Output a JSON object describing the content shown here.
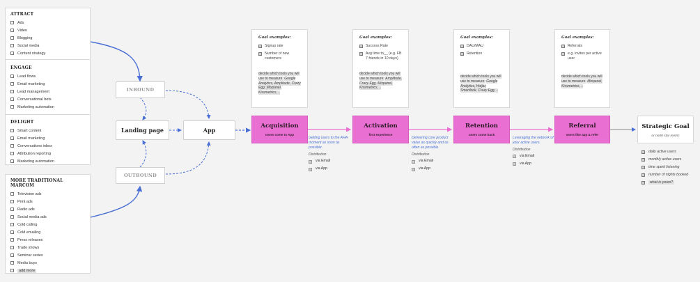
{
  "sidebar": {
    "attract": {
      "title": "ATTRACT",
      "items": [
        "Ads",
        "Video",
        "Blogging",
        "Social media",
        "Content strategy"
      ]
    },
    "engage": {
      "title": "ENGAGE",
      "items": [
        "Lead flows",
        "Email marketing",
        "Lead management",
        "Conversational bots",
        "Marketing automation"
      ]
    },
    "delight": {
      "title": "DELIGHT",
      "items": [
        "Smart content",
        "Email marketing",
        "Conversations inbox",
        "Attribution reporting",
        "Marketing automation"
      ]
    },
    "traditional": {
      "title": "MORE TRADITIONAL MARCOM",
      "items": [
        "Television ads",
        "Print ads",
        "Radio ads",
        "Social media ads",
        "Cold calling",
        "Cold emailing",
        "Press releases",
        "Trade shows",
        "Seminar series",
        "Media buys"
      ],
      "add_more": "add more"
    }
  },
  "flow": {
    "inbound": "INBOUND",
    "outbound": "OUTBOUND",
    "landing": "Landing page",
    "app": "App"
  },
  "stages": [
    {
      "title": "Acquisition",
      "subtitle": "users come to App"
    },
    {
      "title": "Activation",
      "subtitle": "first experience"
    },
    {
      "title": "Retention",
      "subtitle": "users come back"
    },
    {
      "title": "Referral",
      "subtitle": "users like app & refer"
    }
  ],
  "goals": [
    {
      "title": "Goal examples:",
      "items": [
        "Signup rate",
        "Number of new customers"
      ],
      "decide": "decide which tools you will use to measure:",
      "tools": "Google Analytics, Amplitude, Crazy Egg, Mixpanel, Kissmetrics, .."
    },
    {
      "title": "Goal examples:",
      "items": [
        "Success Rate",
        "Avg time to__ (e.g. FB 7 friends in 10 days)"
      ],
      "decide": "decide which tools you will use to measure:",
      "tools": "Amplitude, Crazy Egg, Mixpanel, Kissmetrics, .."
    },
    {
      "title": "Goal examples:",
      "items": [
        "DAU/MAU",
        "Retention"
      ],
      "decide": "decide which tools you will use to measure:",
      "tools": "Google Analytics, Hotjar, Smartlook, Crazy Egg, .."
    },
    {
      "title": "Goal examples:",
      "items": [
        "Referrals",
        "e.g. invites per active user"
      ],
      "decide": "decide which tools you will use to measure:",
      "tools": "Mixpanel, Kissmetrics, .."
    }
  ],
  "notes": [
    {
      "text": "Getting users to the AHA moment as soon as possible.",
      "dist": "Distribution",
      "via": [
        "via Email",
        "via App"
      ]
    },
    {
      "text": "Delivering core product value as quickly and as often as possible.",
      "dist": "Distribution",
      "via": [
        "via Email",
        "via App"
      ]
    },
    {
      "text": "Leveraging the network of your active users.",
      "dist": "Distribution",
      "via": [
        "via Email",
        "via App"
      ]
    }
  ],
  "strategic": {
    "title": "Strategic Goal",
    "subtitle": "or north star metric",
    "metrics": [
      "daily active users",
      "monthly active users",
      "time spent listening",
      "number of nights booked",
      "what is yours?"
    ]
  },
  "colors": {
    "stage": "#ea6fd2",
    "arrow_blue": "#4a6fd4",
    "arrow_pink": "#e96fd0"
  }
}
